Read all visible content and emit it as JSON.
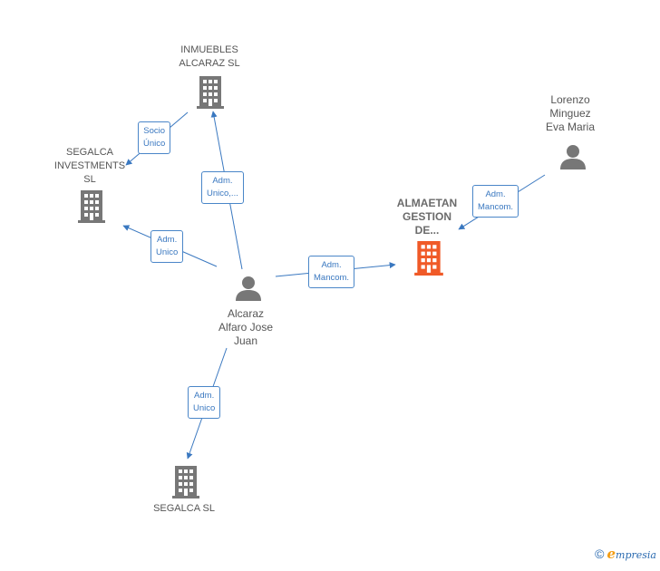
{
  "nodes": {
    "inmuebles": {
      "label": "INMUEBLES\nALCARAZ  SL",
      "icon": "building-icon",
      "color": "#777777"
    },
    "segalca_inv": {
      "label": "SEGALCA\nINVESTMENTS\nSL",
      "icon": "building-icon",
      "color": "#777777"
    },
    "almaetan": {
      "label": "ALMAETAN\nGESTION\nDE...",
      "icon": "building-icon",
      "color": "#f05a28"
    },
    "lorenzo": {
      "label": "Lorenzo\nMinguez\nEva Maria",
      "icon": "person-icon",
      "color": "#777777"
    },
    "alcaraz": {
      "label": "Alcaraz\nAlfaro Jose\nJuan",
      "icon": "person-icon",
      "color": "#777777"
    },
    "segalca": {
      "label": "SEGALCA SL",
      "icon": "building-icon",
      "color": "#777777"
    }
  },
  "edges": {
    "socio_unico": "Socio\nÚnico",
    "adm_unico_inmuebles": "Adm.\nUnico,...",
    "adm_unico_segalca_inv": "Adm.\nUnico",
    "adm_mancom_almaetan": "Adm.\nMancom.",
    "adm_mancom_lorenzo": "Adm.\nMancom.",
    "adm_unico_segalca": "Adm.\nUnico"
  },
  "colors": {
    "edge": "#3a78c0"
  },
  "footer": {
    "copyright_symbol": "©",
    "brand_first": "e",
    "brand_rest": "mpresia"
  }
}
